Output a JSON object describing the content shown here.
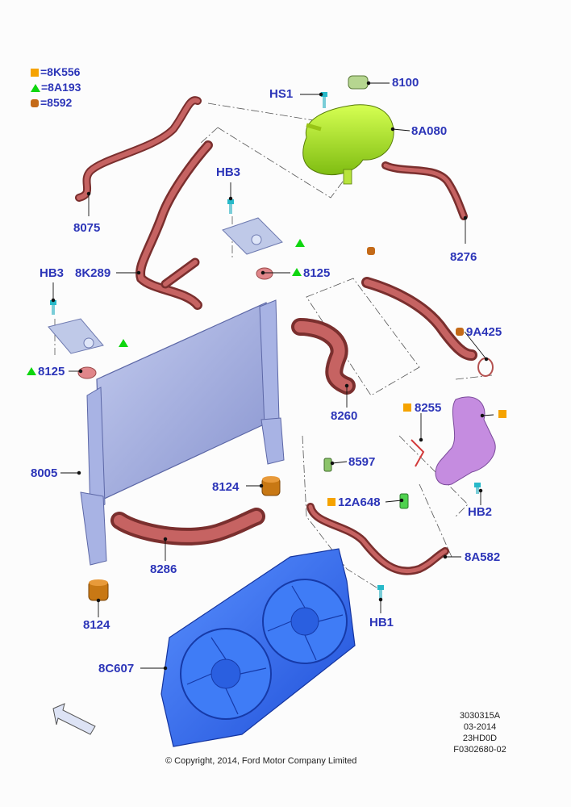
{
  "legend": [
    {
      "symbol": "square-icon",
      "code": "=8K556",
      "color": "#f5a300"
    },
    {
      "symbol": "triangle-icon",
      "code": "=8A193",
      "color": "#0fd60f"
    },
    {
      "symbol": "octagon-icon",
      "code": "=8592",
      "color": "#c46a18"
    }
  ],
  "labels": {
    "hs1": "HS1",
    "p8100": "8100",
    "p8a080": "8A080",
    "hb3_top": "HB3",
    "p8075": "8075",
    "p8276": "8276",
    "p8k289": "8K289",
    "hb3_left": "HB3",
    "p8125_top": "8125",
    "p9a425": "9A425",
    "p8125_left": "8125",
    "p8260": "8260",
    "p8255": "8255",
    "p8597": "8597",
    "p8005": "8005",
    "p8124_mid": "8124",
    "p12a648": "12A648",
    "hb2": "HB2",
    "p8a582": "8A582",
    "p8286": "8286",
    "hb1": "HB1",
    "p8124_bottom": "8124",
    "p8c607": "8C607"
  },
  "reference": {
    "line1": "3030315A",
    "line2": "03-2014",
    "line3": "23HD0D",
    "line4": "F0302680-02"
  },
  "copyright": "© Copyright, 2014, Ford Motor Company Limited",
  "colors": {
    "label": "#2c35b8",
    "hose": "#b4514f",
    "reservoir": "#9edc24",
    "radiator": "#9aa6dd",
    "fan": "#2f6ff0",
    "housing": "#c58ce0",
    "mount": "#c87814"
  }
}
